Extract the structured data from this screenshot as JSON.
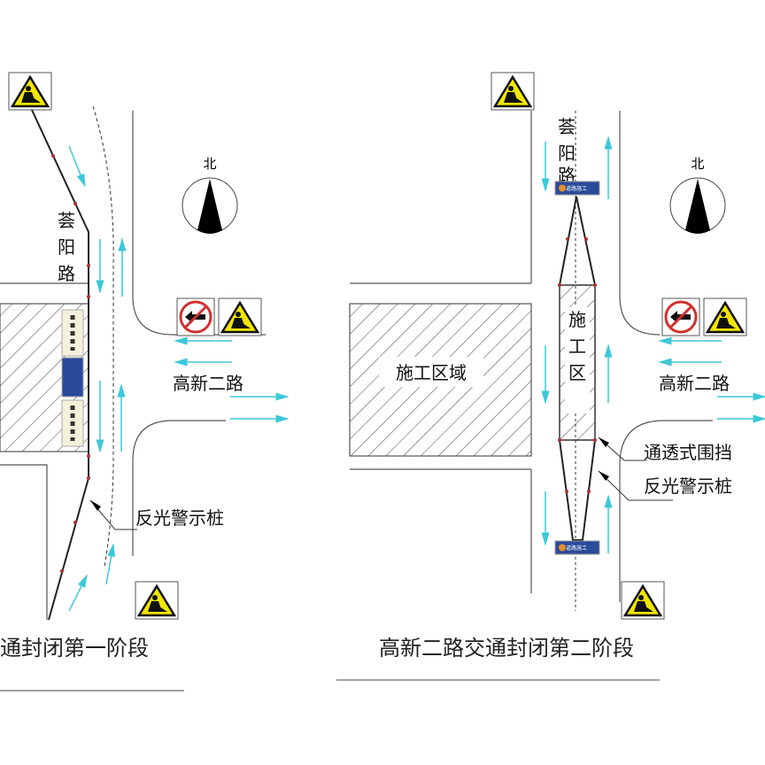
{
  "stage1": {
    "title": "通封闭第一阶段",
    "road_ns": [
      "荟",
      "阳",
      "路"
    ],
    "road_ew": "高新二路",
    "label_pile": "反光警示桩",
    "north": "北"
  },
  "stage2": {
    "title": "高新二路交通封闭第二阶段",
    "road_ns": [
      "荟",
      "阳",
      "路"
    ],
    "road_ew": "高新二路",
    "zone_big": "施工区域",
    "zone_small": [
      "施",
      "工",
      "区"
    ],
    "label_fence": "通透式围挡",
    "label_pile": "反光警示桩",
    "north": "北",
    "sign_text": "道路施工"
  },
  "colors": {
    "arrow": "#3cc8d8",
    "sign_blue": "#2a4a9a",
    "warning_yellow": "#f2e600",
    "prohibit_red": "#d23030"
  }
}
